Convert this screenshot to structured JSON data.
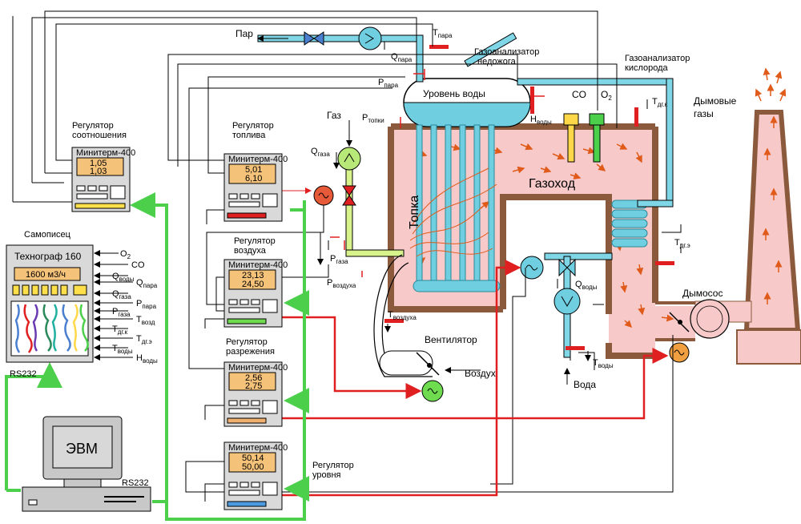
{
  "labels": {
    "steam": "Пар",
    "gas": "Газ",
    "q_steam": "Q",
    "q_steam_sub": "пара",
    "t_steam": "T",
    "t_steam_sub": "пара",
    "p_steam": "P",
    "p_steam_sub": "пара",
    "p_furnace": "P",
    "p_furnace_sub": "топки",
    "q_gas": "Q",
    "q_gas_sub": "газа",
    "p_gas": "P",
    "p_gas_sub": "газа",
    "p_air": "P",
    "p_air_sub": "воздуха",
    "t_air": "T",
    "t_air_sub": "воздуха",
    "water_level": "Уровень воды",
    "h_water": "H",
    "h_water_sub": "воды",
    "gas_analyzer_co_title1": "Газоанализатор",
    "gas_analyzer_co_title2": "недожога",
    "gas_analyzer_o2_title1": "Газоанализатор",
    "gas_analyzer_o2_title2": "кислорода",
    "co": "CO",
    "o2": "O",
    "o2_sub": "2",
    "t_dgk": "T",
    "t_dgk_sub": "дг.к",
    "t_dge": "T",
    "t_dge_sub": "дг.э",
    "flue_gases1": "Дымовые",
    "flue_gases2": "газы",
    "furnace": "Топка",
    "flue": "Газоход",
    "smoke_exhauster": "Дымосос",
    "fan": "Вентилятор",
    "air": "Воздух",
    "water": "Вода",
    "q_water": "Q",
    "q_water_sub": "воды",
    "t_water": "T",
    "t_water_sub": "воды",
    "computer": "ЭВМ",
    "rs232_pc": "RS232",
    "rs232_rec": "RS232"
  },
  "regulators": [
    {
      "title1": "Регулятор",
      "title2": "соотношения",
      "device": "Минитерм-400",
      "v1": "1,05",
      "v2": "1,03"
    },
    {
      "title1": "Регулятор",
      "title2": "топлива",
      "device": "Минитерм-400",
      "v1": "5,01",
      "v2": "6,10"
    },
    {
      "title1": "Регулятор",
      "title2": "воздуха",
      "device": "Минитерм-400",
      "v1": "23,13",
      "v2": "24,50"
    },
    {
      "title1": "Регулятор",
      "title2": "разрежения",
      "device": "Минитерм-400",
      "v1": "2,56",
      "v2": "2,75"
    },
    {
      "title1": "Регулятор",
      "title2": "уровня",
      "device": "Минитерм-400",
      "v1": "50,14",
      "v2": "50,00"
    }
  ],
  "recorder": {
    "title": "Самописец",
    "device": "Технограф 160",
    "display": "1600 м3/ч",
    "inputs": [
      {
        "sym": "O",
        "sub": "2"
      },
      {
        "sym": "CO",
        "sub": ""
      },
      {
        "sym": "Q",
        "sub": "воды"
      },
      {
        "sym": "Q",
        "sub": "пара"
      },
      {
        "sym": "Q",
        "sub": "газа"
      },
      {
        "sym": "P",
        "sub": "пара"
      },
      {
        "sym": "P",
        "sub": "газа"
      },
      {
        "sym": "T",
        "sub": "возд"
      },
      {
        "sym": "T",
        "sub": "дг.к"
      },
      {
        "sym": "T",
        "sub": "дг.э"
      },
      {
        "sym": "T",
        "sub": "воды"
      },
      {
        "sym": "H",
        "sub": "воды"
      }
    ]
  },
  "colors": {
    "pipe": "#7fd6e6",
    "furnace_fill": "#f7c9c9",
    "wall": "#8b5a3c",
    "signal_red": "#e02020",
    "signal_green": "#4cd04c",
    "motor_red": "#e65a3a",
    "motor_green": "#4cd04c",
    "flame": "#e05a1a"
  }
}
